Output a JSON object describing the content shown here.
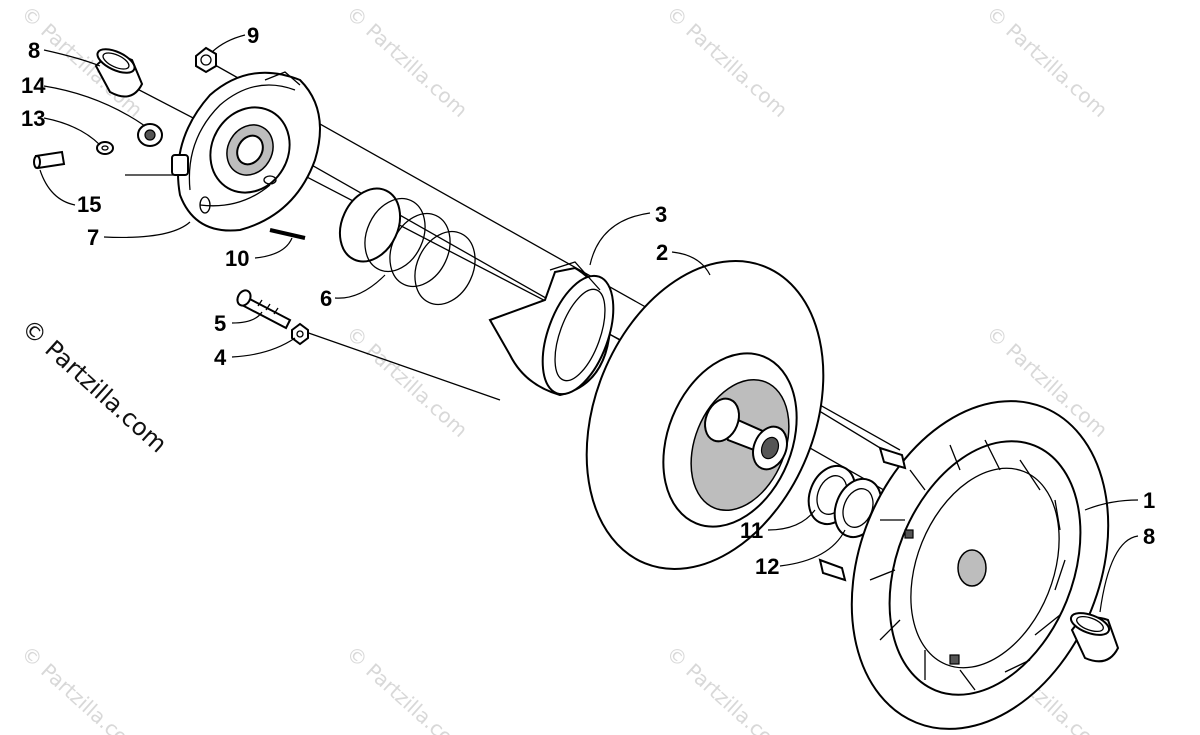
{
  "watermark": {
    "main": "© Partzilla.com",
    "tile": "© Partzilla.com"
  },
  "callouts": [
    {
      "id": "1",
      "label": "1"
    },
    {
      "id": "2",
      "label": "2"
    },
    {
      "id": "3",
      "label": "3"
    },
    {
      "id": "4",
      "label": "4"
    },
    {
      "id": "5",
      "label": "5"
    },
    {
      "id": "6",
      "label": "6"
    },
    {
      "id": "7",
      "label": "7"
    },
    {
      "id": "8a",
      "label": "8"
    },
    {
      "id": "8b",
      "label": "8"
    },
    {
      "id": "9",
      "label": "9"
    },
    {
      "id": "10",
      "label": "10"
    },
    {
      "id": "11",
      "label": "11"
    },
    {
      "id": "12",
      "label": "12"
    },
    {
      "id": "13",
      "label": "13"
    },
    {
      "id": "14",
      "label": "14"
    },
    {
      "id": "15",
      "label": "15"
    }
  ],
  "colors": {
    "line": "#000000",
    "background": "#ffffff",
    "watermark": "#d8d8d8"
  }
}
